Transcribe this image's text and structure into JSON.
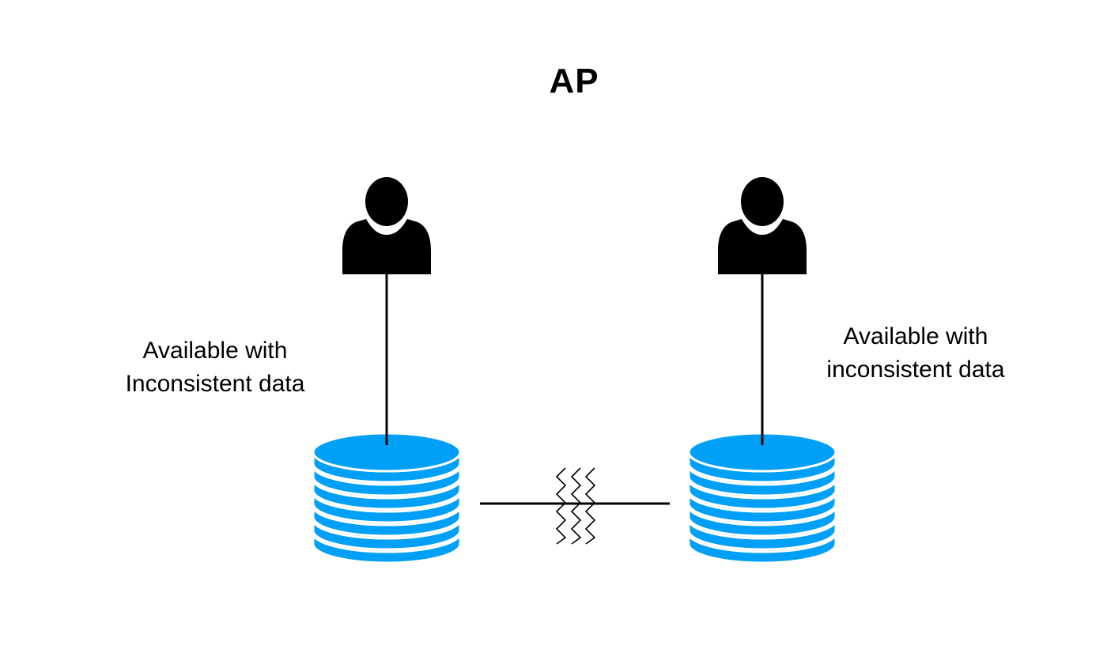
{
  "diagram": {
    "title": "AP",
    "left_node": {
      "caption_line1": "Available with",
      "caption_line2": "Inconsistent data"
    },
    "right_node": {
      "caption_line1": "Available with",
      "caption_line2": "inconsistent data"
    },
    "icons": {
      "user": "user-icon",
      "database": "database-icon",
      "partition": "network-partition-icon"
    },
    "colors": {
      "database": "#00a0f8",
      "stroke": "#000000"
    }
  }
}
